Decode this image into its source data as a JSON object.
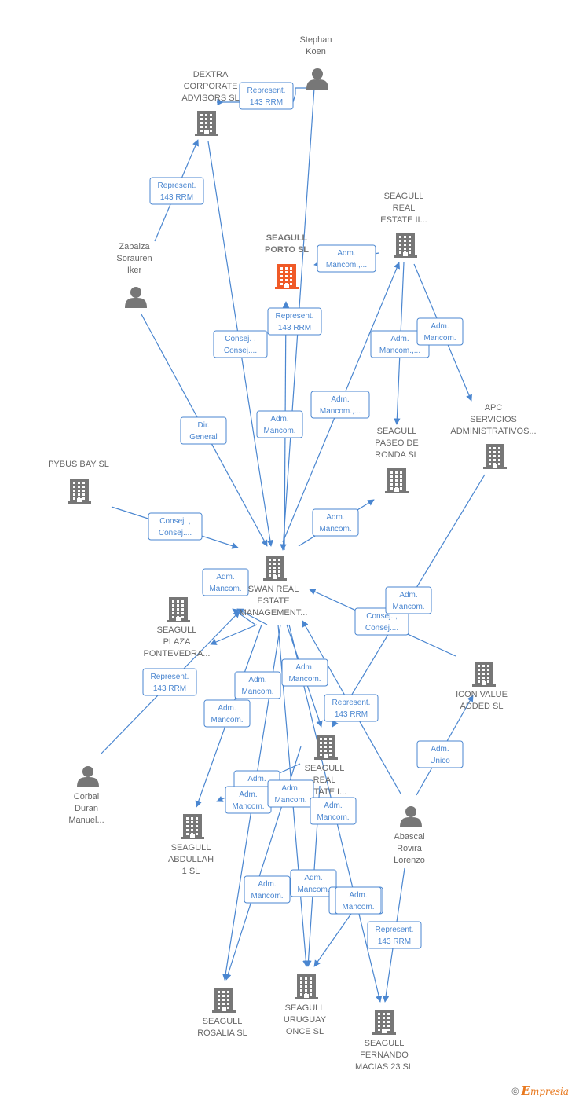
{
  "colors": {
    "edge": "#4a86d0",
    "node": "#777777",
    "highlight": "#f05a28",
    "label_border": "#4a86d0"
  },
  "nodes": [
    {
      "id": "stephan",
      "type": "person",
      "label": [
        "Stephan",
        "Koen"
      ]
    },
    {
      "id": "dextra",
      "type": "company",
      "label": [
        "DEXTRA",
        "CORPORATE",
        "ADVISORS SL"
      ]
    },
    {
      "id": "zabalza",
      "type": "person",
      "label": [
        "Zabalza",
        "Sorauren",
        "Iker"
      ]
    },
    {
      "id": "porto",
      "type": "company",
      "highlight": true,
      "label": [
        "SEAGULL",
        "PORTO  SL"
      ]
    },
    {
      "id": "realestate2",
      "type": "company",
      "label": [
        "SEAGULL",
        "REAL",
        "ESTATE II..."
      ]
    },
    {
      "id": "apc",
      "type": "company",
      "label": [
        "APC",
        "SERVICIOS",
        "ADMINISTRATIVOS..."
      ]
    },
    {
      "id": "pybus",
      "type": "company",
      "label": [
        "PYBUS BAY  SL"
      ]
    },
    {
      "id": "paseo",
      "type": "company",
      "label": [
        "SEAGULL",
        "PASEO DE",
        "RONDA  SL"
      ]
    },
    {
      "id": "swan",
      "type": "company",
      "label": [
        "SWAN REAL",
        "ESTATE",
        "MANAGEMENT..."
      ]
    },
    {
      "id": "plaza",
      "type": "company",
      "label": [
        "SEAGULL",
        "PLAZA",
        "PONTEVEDRA..."
      ]
    },
    {
      "id": "icon",
      "type": "company",
      "label": [
        "ICON VALUE",
        "ADDED  SL"
      ]
    },
    {
      "id": "realestate1",
      "type": "company",
      "label": [
        "SEAGULL",
        "REAL",
        "ESTATE I..."
      ]
    },
    {
      "id": "corbal",
      "type": "person",
      "label": [
        "Corbal",
        "Duran",
        "Manuel..."
      ]
    },
    {
      "id": "abdullah",
      "type": "company",
      "label": [
        "SEAGULL",
        "ABDULLAH",
        "1  SL"
      ]
    },
    {
      "id": "abascal",
      "type": "person",
      "label": [
        "Abascal",
        "Rovira",
        "Lorenzo"
      ]
    },
    {
      "id": "rosalia",
      "type": "company",
      "label": [
        "SEAGULL",
        "ROSALIA  SL"
      ]
    },
    {
      "id": "uruguay",
      "type": "company",
      "label": [
        "SEAGULL",
        "URUGUAY",
        "ONCE  SL"
      ]
    },
    {
      "id": "fernando",
      "type": "company",
      "label": [
        "SEAGULL",
        "FERNANDO",
        "MACIAS 23  SL"
      ]
    }
  ],
  "edge_labels": [
    [
      "Represent.",
      "143 RRM"
    ],
    [
      "Represent.",
      "143 RRM"
    ],
    [
      "Adm.",
      "Mancom.,..."
    ],
    [
      "Represent.",
      "143 RRM"
    ],
    [
      "Consej. ,",
      "Consej...."
    ],
    [
      "Adm.",
      "Mancom.,..."
    ],
    [
      "Adm.",
      "Mancom."
    ],
    [
      "Dir.",
      "General"
    ],
    [
      "Adm.",
      "Mancom."
    ],
    [
      "Adm.",
      "Mancom.,..."
    ],
    [
      "Consej. ,",
      "Consej...."
    ],
    [
      "Adm.",
      "Mancom."
    ],
    [
      "Adm.",
      "Mancom."
    ],
    [
      "Adm.",
      "Mancom."
    ],
    [
      "Consej. ,",
      "Consej...."
    ],
    [
      "Represent.",
      "143 RRM"
    ],
    [
      "Adm.",
      "Mancom."
    ],
    [
      "Adm.",
      "Mancom."
    ],
    [
      "Represent.",
      "143 RRM"
    ],
    [
      "Adm.",
      "Mancom."
    ],
    [
      "Adm.",
      "Unico"
    ],
    [
      "Adm.",
      "Mancom."
    ],
    [
      "Adm.",
      "Mancom."
    ],
    [
      "Adm.",
      "Mancom."
    ],
    [
      "Adm.",
      "Mancom."
    ],
    [
      "Adm.",
      "Mancom."
    ],
    [
      "Adm.",
      "Mancom."
    ],
    [
      "Represent.",
      "143 RRM"
    ],
    [
      "Adm.",
      "Mancom."
    ],
    [
      "Represent.",
      "143 RRM"
    ]
  ],
  "footer": {
    "copyright": "©",
    "brand_initial": "E",
    "brand_rest": "mpresia"
  }
}
